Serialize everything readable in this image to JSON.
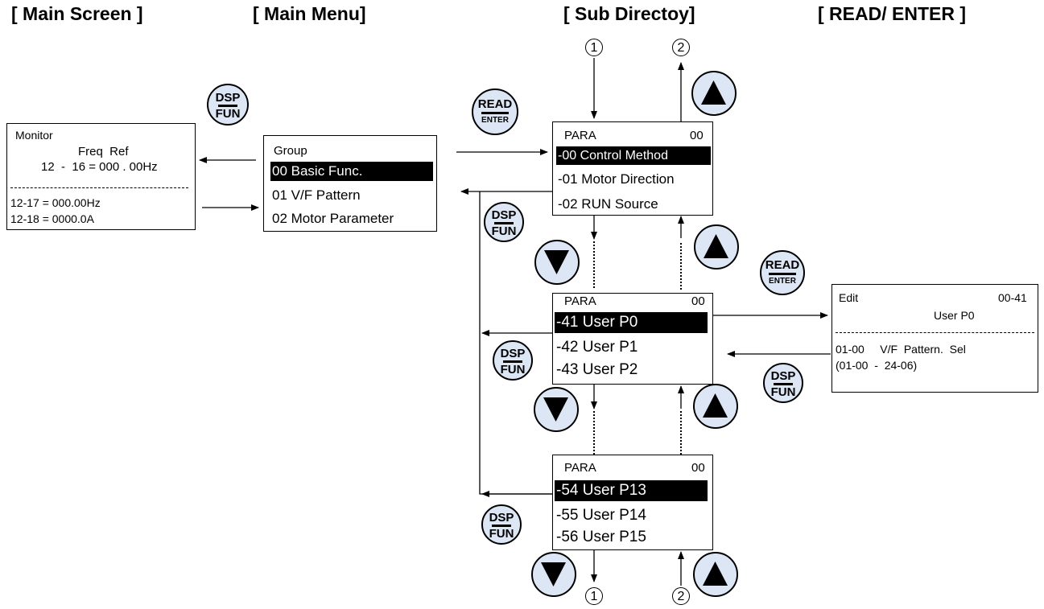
{
  "headers": {
    "main_screen": "[ Main Screen ]",
    "main_menu": "[ Main Menu]",
    "sub_directory": "[ Sub Directoy]",
    "read_enter": "[ READ/ ENTER ]"
  },
  "monitor_box": {
    "title": "Monitor",
    "freq_ref": "Freq  Ref",
    "freq_value": "12  -  16 = 000 . 00Hz",
    "line1": "12-17 = 000.00Hz",
    "line2": "12-18 = 0000.0A"
  },
  "group_box": {
    "title": "Group",
    "items": [
      "00 Basic Func.",
      "01 V/F Pattern",
      "02 Motor Parameter"
    ]
  },
  "para_box_1": {
    "title": "PARA",
    "code": "00",
    "items": [
      "-00 Control Method",
      "-01 Motor Direction",
      "-02 RUN Source"
    ]
  },
  "para_box_2": {
    "title": "PARA",
    "code": "00",
    "items": [
      "-41 User P0",
      "-42 User P1",
      "-43 User P2"
    ]
  },
  "para_box_3": {
    "title": "PARA",
    "code": "00",
    "items": [
      "-54 User P13",
      "-55 User P14",
      "-56 User P15"
    ]
  },
  "edit_box": {
    "title": "Edit",
    "code": "00-41",
    "name": "User P0",
    "line1": "01-00     V/F  Pattern.  Sel",
    "line2": "(01-00  -  24-06)"
  },
  "buttons": {
    "dsp_top": "DSP",
    "fun_bottom": "FUN",
    "read_top": "READ",
    "enter_bottom": "ENTER"
  },
  "markers": {
    "one": "1",
    "two": "2"
  },
  "colors": {
    "button_fill": "#dde6f5",
    "highlight_bg": "#000000",
    "highlight_text": "#ffffff"
  }
}
